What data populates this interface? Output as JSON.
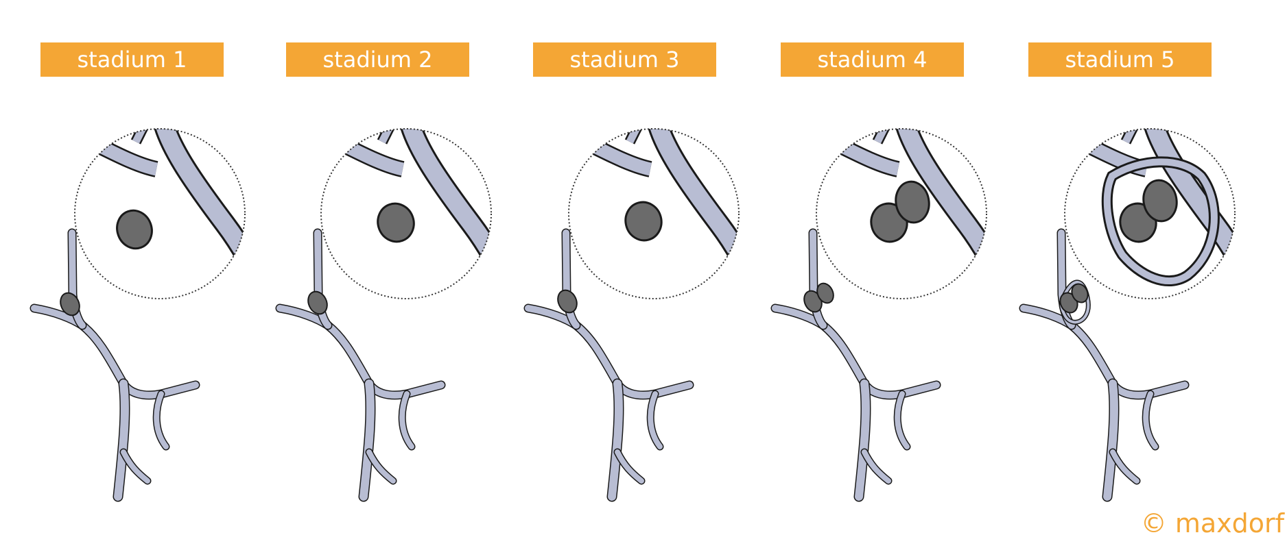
{
  "stages": [
    {
      "label": "stadium 1"
    },
    {
      "label": "stadium 2"
    },
    {
      "label": "stadium 3"
    },
    {
      "label": "stadium 4"
    },
    {
      "label": "stadium 5"
    }
  ],
  "copyright": "© maxdorf",
  "colors": {
    "label_bg": "#f4a635",
    "vessel_fill": "#b8bdd3",
    "vessel_stroke": "#1a1a1a",
    "node_fill": "#6b6b6b",
    "copyright": "#f4a635"
  }
}
